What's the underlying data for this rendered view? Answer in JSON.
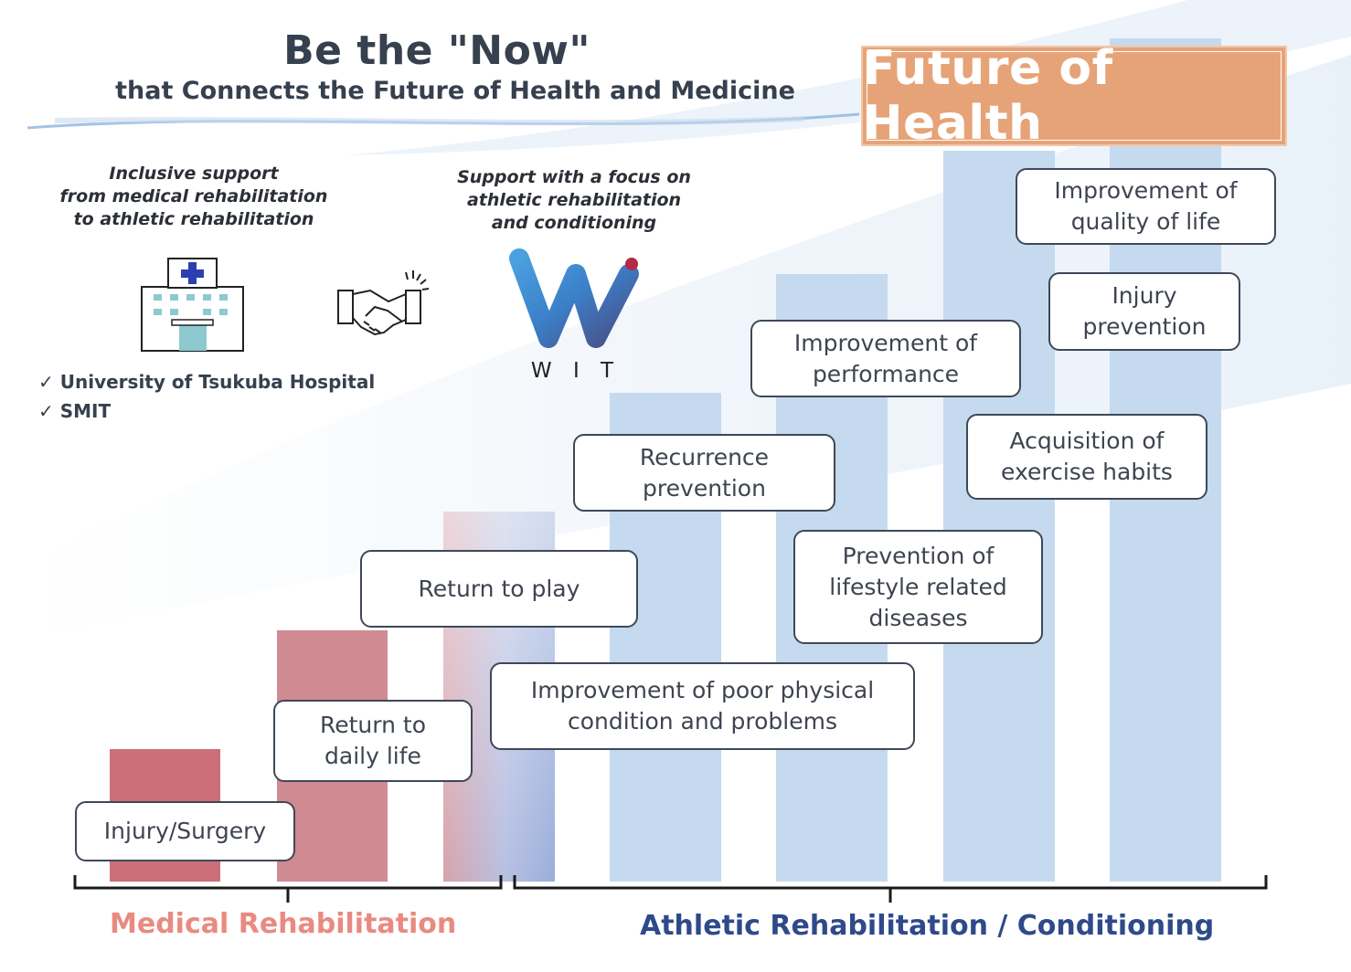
{
  "header": {
    "title": "Be the \"Now\"",
    "subtitle": "that Connects the Future of Health and Medicine",
    "badge": "Future of Health"
  },
  "left_panel": {
    "caption": "Inclusive support\nfrom medical rehabilitation\nto athletic rehabilitation",
    "checklist": [
      "University of Tsukuba Hospital",
      "SMIT"
    ],
    "icons": [
      "hospital-icon",
      "handshake-icon"
    ]
  },
  "right_panel": {
    "caption": "Support with a focus on\nathletic rehabilitation\nand conditioning",
    "logo_text": "W I T"
  },
  "stages": [
    "Injury/Surgery",
    "Return to\ndaily life",
    "Return to play",
    "Improvement of poor physical\ncondition and problems",
    "Recurrence\nprevention",
    "Improvement of\nperformance",
    "Prevention of\nlifestyle related\ndiseases",
    "Acquisition of\nexercise habits",
    "Injury\nprevention",
    "Improvement of\nquality of life"
  ],
  "categories": {
    "medical": "Medical Rehabilitation",
    "athletic": "Athletic Rehabilitation / Conditioning"
  },
  "colors": {
    "medical_bar": "#cc7780",
    "athletic_bar": "#c5daee",
    "medical_label": "#e98a80",
    "athletic_label": "#2f4a8a",
    "badge": "#e6a377",
    "text_dark": "#36404e"
  }
}
